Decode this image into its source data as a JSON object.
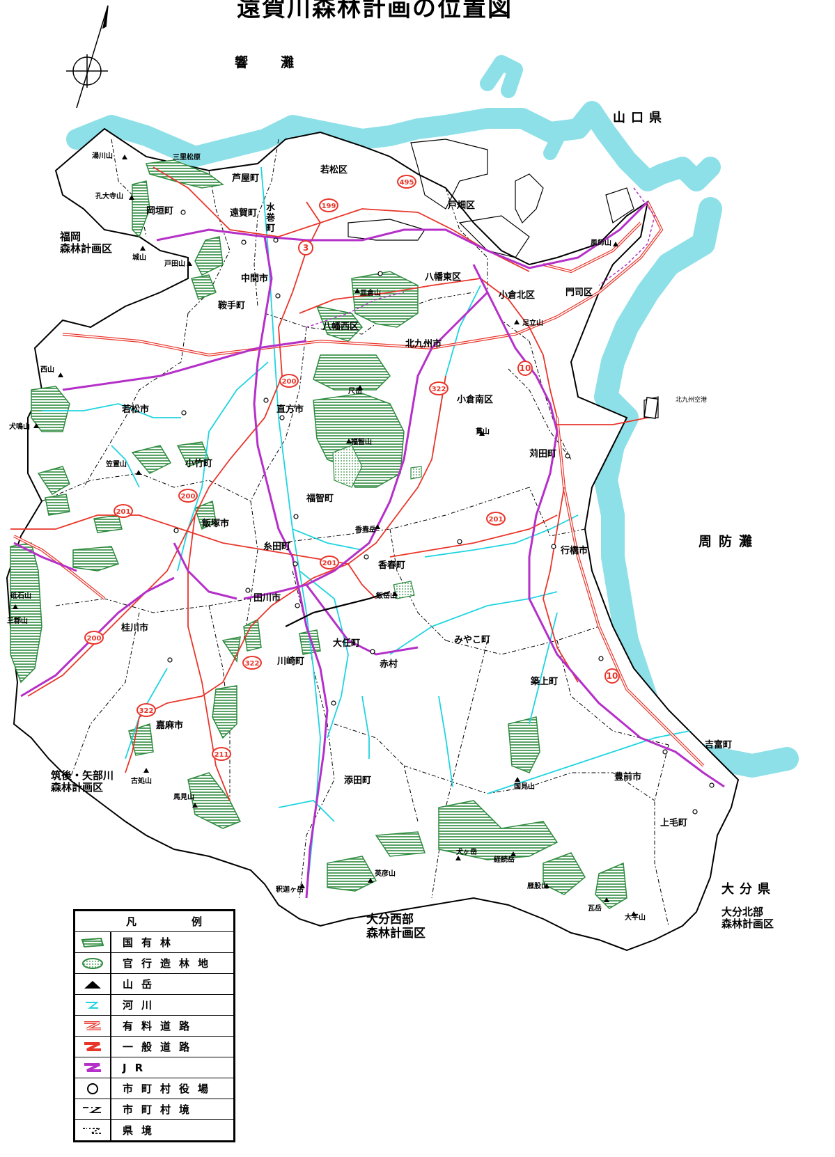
{
  "title": "遠賀川森林計画の位置図",
  "seas": {
    "north": "響　灘",
    "east": "周防灘"
  },
  "prefectures": {
    "yamaguchi": "山口県",
    "oita": "大分県"
  },
  "areas": {
    "fukuoka": [
      "福岡",
      "森林計画区"
    ],
    "chikugo": [
      "筑後・矢部川",
      "森林計画区"
    ],
    "oita_west": [
      "大分西部",
      "森林計画区"
    ],
    "oita_north": [
      "大分北部",
      "森林計画区"
    ]
  },
  "municipalities": {
    "wakamatsu_ku": "若松区",
    "ashiya": "芦屋町",
    "tobata": "戸畑区",
    "okagaki": "岡垣町",
    "onga": "遠賀町",
    "mizumaki": "水巻町",
    "nakama": "中間市",
    "yahata_higashi": "八幡東区",
    "kokura_kita": "小倉北区",
    "moji": "門司区",
    "kurate": "鞍手町",
    "yahata_nishi": "八幡西区",
    "kitakyushu": "北九州市",
    "wakamatsu_shi": "若松市",
    "nogata": "直方市",
    "kokura_minami": "小倉南区",
    "kanda": "苅田町",
    "kotake": "小竹町",
    "fukuchi": "福智町",
    "iizuka": "飯塚市",
    "itoda": "糸田町",
    "kawara": "香春町",
    "yukuhashi": "行橋市",
    "tagawa": "田川市",
    "keisen": "桂川市",
    "oto": "大任町",
    "miyako": "みやこ町",
    "kawasaki": "川崎町",
    "akamura": "赤村",
    "chikujo": "築上町",
    "kama": "嘉麻市",
    "yoshitomi": "吉富町",
    "soeda": "添田町",
    "buzen": "豊前市",
    "kozue": "上毛町"
  },
  "mountains": {
    "yugawa": "湯川山",
    "kodaiji": "孔大寺山",
    "jo": "城山",
    "todayama": "戸田山",
    "sarakura": "皿倉山",
    "kazashi": "風師山",
    "adachi": "足立山",
    "nishi": "西山",
    "inunaki": "犬鳴山",
    "shaku": "尺岳",
    "fukuchi": "福智山",
    "kasagi": "笠置山",
    "nuki": "貫山",
    "kawarad": "香春岳",
    "iwaishi": "砥石山",
    "sangun": "三郡山",
    "ita": "飯岳山",
    "kosho": "古処山",
    "uma": "馬見山",
    "hiko": "英彦山",
    "shakagatake": "釈迦ヶ岳",
    "inugatake": "犬ヶ岳",
    "kyo": "経読岳",
    "gan": "雁股山",
    "kunimi": "国見山",
    "kawara": "瓦岳",
    "ohira": "大平山"
  },
  "places": {
    "sanri": "三里松原",
    "airport": "北九州空港"
  },
  "routes": {
    "r495": "495",
    "r199": "199",
    "r3": "3",
    "r200a": "200",
    "r200b": "200",
    "r200c": "200",
    "r201a": "201",
    "r201b": "201",
    "r201c": "201",
    "r322a": "322",
    "r322b": "322",
    "r322c": "322",
    "r211": "211",
    "r10a": "10",
    "r10b": "10"
  },
  "legend": {
    "title": "凡　例",
    "items": [
      "国有林",
      "官行造林地",
      "山岳",
      "河川",
      "有料道路",
      "一般道路",
      "JR",
      "市町村役場",
      "市町村境",
      "県境"
    ]
  },
  "colors": {
    "sea": "#7fdde6",
    "forest": "#2e8b3e",
    "river": "#1fd4e0",
    "road": "#e8352a",
    "jr": "#b52fc9"
  }
}
